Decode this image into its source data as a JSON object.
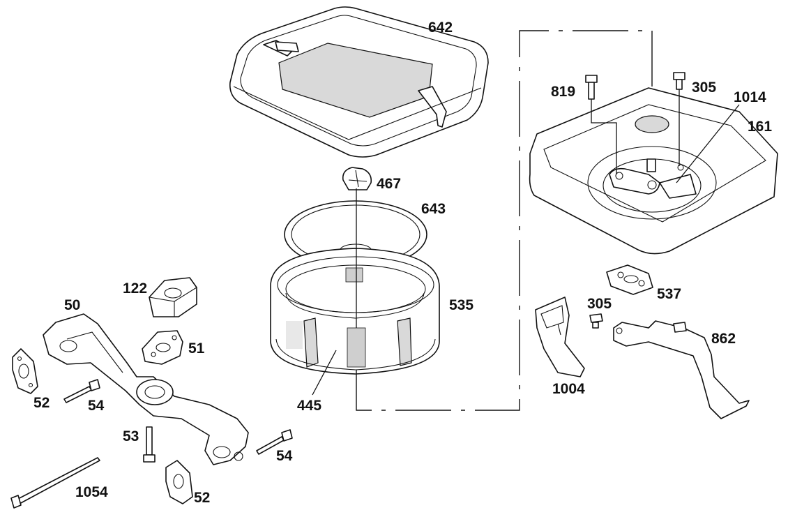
{
  "diagram": {
    "callouts": {
      "c642": "642",
      "c467": "467",
      "c643": "643",
      "c535": "535",
      "c445": "445",
      "c122": "122",
      "c50": "50",
      "c51": "51",
      "c52a": "52",
      "c52b": "52",
      "c54a": "54",
      "c54b": "54",
      "c53": "53",
      "c1054": "1054",
      "c819": "819",
      "c305a": "305",
      "c1014": "1014",
      "c161": "161",
      "c537": "537",
      "c305b": "305",
      "c862": "862",
      "c1004": "1004"
    }
  }
}
